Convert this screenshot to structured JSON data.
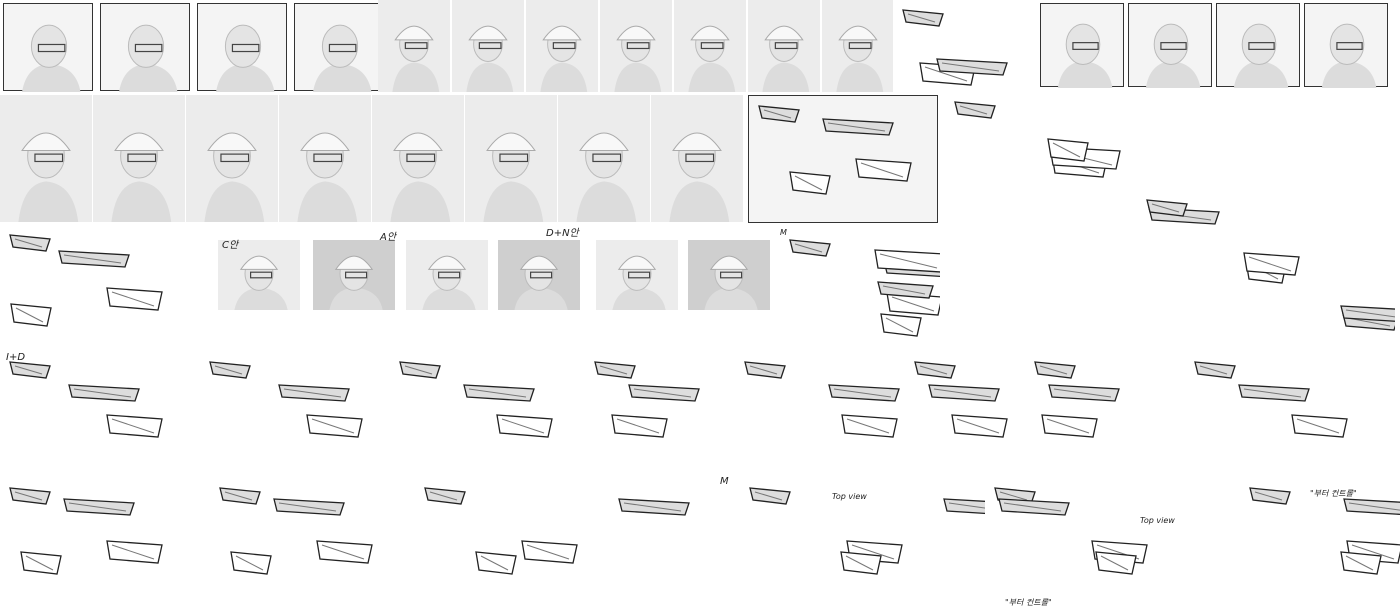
{
  "labels": {
    "c_option": "C안",
    "a_option": "A안",
    "dn_option": "D+N안",
    "m_small": "M",
    "m_large": "M",
    "i_d": "I+D",
    "top_view_1": "Top view",
    "top_view_2": "Top view",
    "note_bottom": "\"부터 컨트롤\"",
    "note_right": "\"부터 컨트롤\""
  },
  "colors": {
    "photo_bg": "#ececec",
    "photo_dark": "#cfcfcf",
    "ink": "#222222"
  }
}
